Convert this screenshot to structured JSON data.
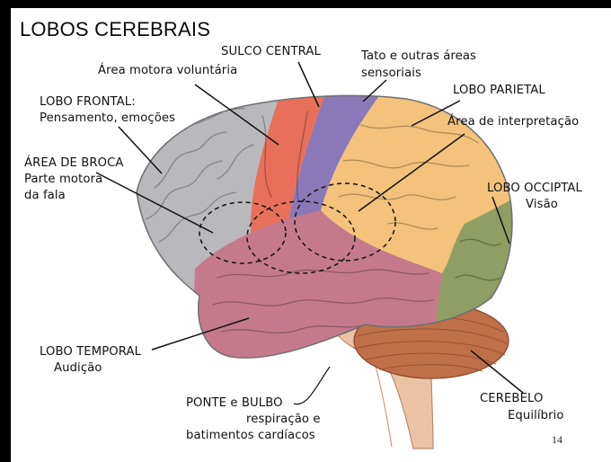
{
  "title": "LOBOS CEREBRAIS",
  "page_number": "14",
  "labels": {
    "sulco_central": "SULCO CENTRAL",
    "tato_1": "Tato e outras áreas",
    "tato_2": "sensoriais",
    "area_motora": "Área motora voluntária",
    "lobo_parietal": "LOBO PARIETAL",
    "lobo_frontal_1": "LOBO FRONTAL:",
    "lobo_frontal_2": "Pensamento, emoções",
    "area_interpretacao": "Área de interpretação",
    "broca_1": "ÁREA DE BROCA",
    "broca_2": "Parte motora",
    "broca_3": "da fala",
    "lobo_occipital_1": "LOBO OCCIPTAL",
    "lobo_occipital_2": "Visão",
    "lobo_temporal_1": "LOBO TEMPORAL",
    "lobo_temporal_2": "Audição",
    "ponte_1": "PONTE e BULBO",
    "ponte_2": "respiração e",
    "ponte_3": "batimentos cardíacos",
    "cerebelo_1": "CEREBELO",
    "cerebelo_2": "Equilíbrio"
  },
  "colors": {
    "frontal": "#b9b9bd",
    "motor": "#e8705a",
    "sensory": "#8b78b8",
    "parietal": "#f4c27a",
    "occipital": "#8f9e62",
    "temporal": "#c47a8c",
    "cerebellum": "#c07048",
    "brainstem": "#ecc2a4"
  }
}
